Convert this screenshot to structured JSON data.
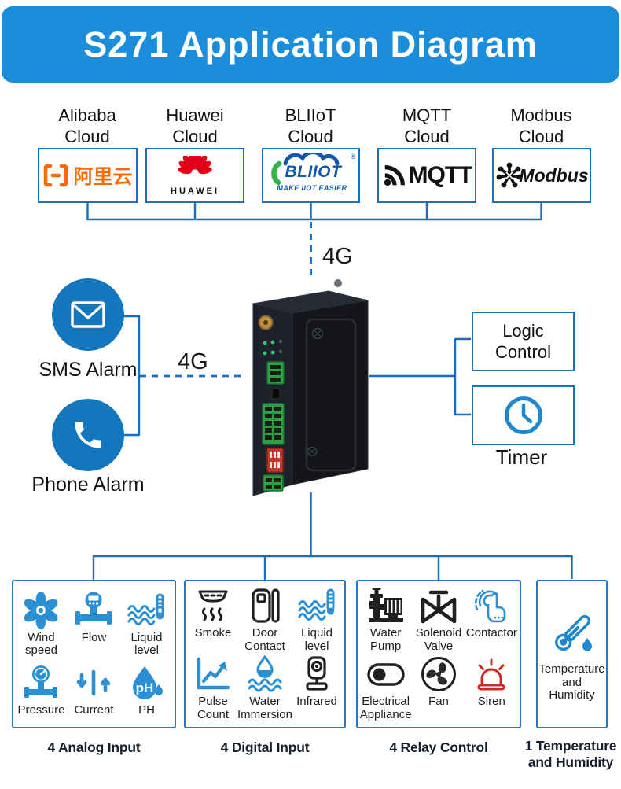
{
  "header": {
    "title": "S271 Application Diagram"
  },
  "clouds": [
    {
      "label": "Alibaba\nCloud",
      "logo_text": "阿里云"
    },
    {
      "label": "Huawei\nCloud",
      "logo_text": "HUAWEI"
    },
    {
      "label": "BLIIoT\nCloud",
      "logo_text": "BLIIOT",
      "logo_sub": "MAKE IIOT EASIER",
      "reg_mark": "®"
    },
    {
      "label": "MQTT\nCloud",
      "logo_text": "MQTT"
    },
    {
      "label": "Modbus\nCloud",
      "logo_text": "Modbus"
    }
  ],
  "links": {
    "wan_top": "4G",
    "wan_left": "4G"
  },
  "alarms": [
    {
      "label": "SMS Alarm"
    },
    {
      "label": "Phone Alarm"
    }
  ],
  "controls": {
    "logic": "Logic\nControl",
    "timer": "Timer"
  },
  "io_groups": [
    {
      "caption": "4 Analog Input",
      "items": [
        {
          "label": "Wind\nspeed"
        },
        {
          "label": "Flow"
        },
        {
          "label": "Liquid\nlevel"
        },
        {
          "label": "Pressure"
        },
        {
          "label": "Current"
        },
        {
          "label": "PH"
        }
      ]
    },
    {
      "caption": "4 Digital Input",
      "items": [
        {
          "label": "Smoke"
        },
        {
          "label": "Door\nContact"
        },
        {
          "label": "Liquid\nlevel"
        },
        {
          "label": "Pulse\nCount"
        },
        {
          "label": "Water\nImmersion"
        },
        {
          "label": "Infrared"
        }
      ]
    },
    {
      "caption": "4 Relay Control",
      "items": [
        {
          "label": "Water\nPump"
        },
        {
          "label": "Solenoid\nValve"
        },
        {
          "label": "Contactor"
        },
        {
          "label": "Electrical\nAppliance"
        },
        {
          "label": "Fan"
        },
        {
          "label": "Siren"
        }
      ]
    },
    {
      "caption": "1 Temperature\nand Humidity",
      "items": [
        {
          "label": "Temperature\nand Humidity"
        }
      ]
    }
  ],
  "colors": {
    "banner_blue": "#1b8edb",
    "line_blue": "#1a6cbe",
    "circle_blue": "#1377bd",
    "icon_blue": "#2b8fd3",
    "border_blue": "#2277c8",
    "siren_red": "#d02a20",
    "huawei_red": "#e2001a",
    "alibaba_orange": "#ff6a00",
    "bliiot_blue": "#1458ab",
    "bliiot_green": "#35b34a",
    "ink": "#1d1d1d"
  }
}
